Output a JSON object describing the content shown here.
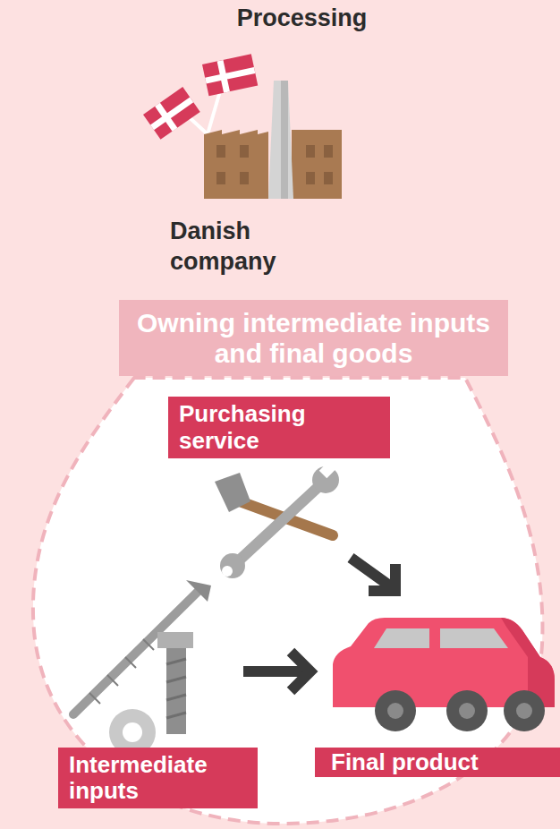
{
  "diagram": {
    "title": "Processing",
    "nodes": [
      {
        "text": [
          "Owning intermediate inputs and final goods"
        ]
      },
      {
        "text": [
          "Purchasing service"
        ]
      },
      {
        "text": [
          "Intermediate inputs"
        ]
      },
      {
        "text": [
          "Final product"
        ]
      }
    ],
    "labels": [
      "Danish company"
    ]
  }
}
